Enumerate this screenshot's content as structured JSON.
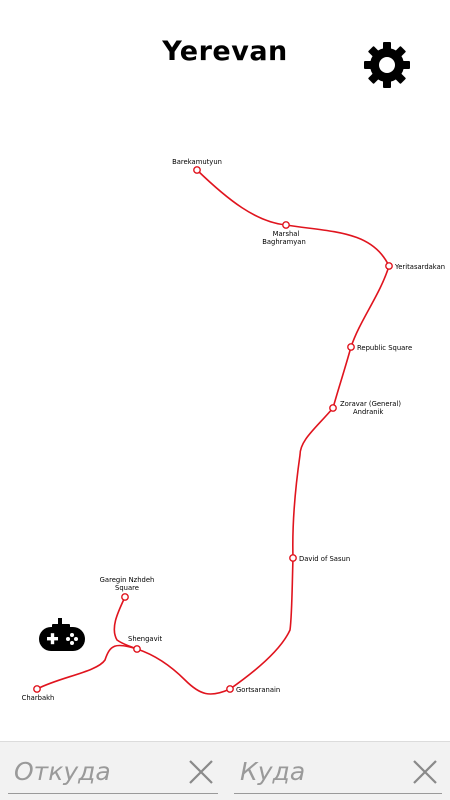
{
  "header": {
    "title": "Yerevan"
  },
  "icons": {
    "settings": "gear-icon",
    "game": "gamepad-icon",
    "clear": "close-icon"
  },
  "colors": {
    "line": "#e0141e",
    "station_fill": "#ffffff"
  },
  "stations": [
    {
      "id": "barekamutyun",
      "label": [
        "Barekamutyun"
      ]
    },
    {
      "id": "marshal",
      "label": [
        "Marshal",
        "Baghramyan"
      ]
    },
    {
      "id": "yeritasardakan",
      "label": [
        "Yeritasardakan"
      ]
    },
    {
      "id": "republic",
      "label": [
        "Republic Square"
      ]
    },
    {
      "id": "zoravar",
      "label": [
        "Zoravar (General)",
        "Andranik"
      ]
    },
    {
      "id": "david",
      "label": [
        "David of Sasun"
      ]
    },
    {
      "id": "gortsaranain",
      "label": [
        "Gortsaranain"
      ]
    },
    {
      "id": "shengavit",
      "label": [
        "Shengavit"
      ]
    },
    {
      "id": "garegin",
      "label": [
        "Garegin Nzhdeh",
        "Square"
      ]
    },
    {
      "id": "charbakh",
      "label": [
        "Charbakh"
      ]
    }
  ],
  "route": {
    "from_placeholder": "Откуда",
    "to_placeholder": "Куда",
    "from_value": "",
    "to_value": ""
  }
}
